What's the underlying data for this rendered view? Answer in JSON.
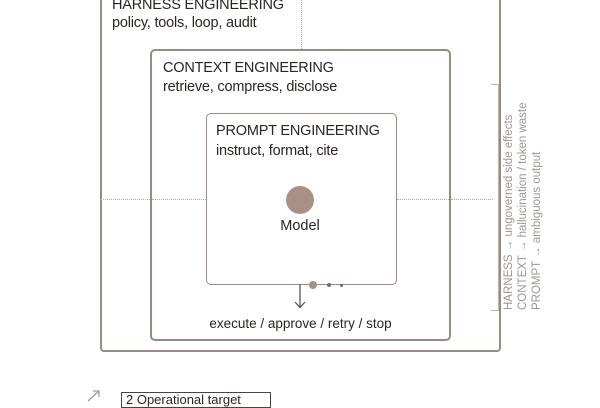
{
  "harness": {
    "title": "HARNESS ENGINEERING",
    "subtitle": "policy, tools, loop, audit"
  },
  "context": {
    "title": "CONTEXT ENGINEERING",
    "subtitle": "retrieve, compress, disclose"
  },
  "prompt": {
    "title": "PROMPT ENGINEERING",
    "subtitle": "instruct, format, cite"
  },
  "model": {
    "label": "Model",
    "color": "#a98f86"
  },
  "loop": {
    "label": "execute / approve / retry / stop"
  },
  "risks": [
    "HARNESS → ungoverned side effects",
    "CONTEXT → hallucination / token waste",
    "PROMPT → ambiguous output"
  ],
  "legend": {
    "label": "2 Operational target"
  },
  "colors": {
    "border": "#9a8a84",
    "accent": "#a98f86",
    "text": "#2b2522",
    "muted": "#9d9793"
  }
}
